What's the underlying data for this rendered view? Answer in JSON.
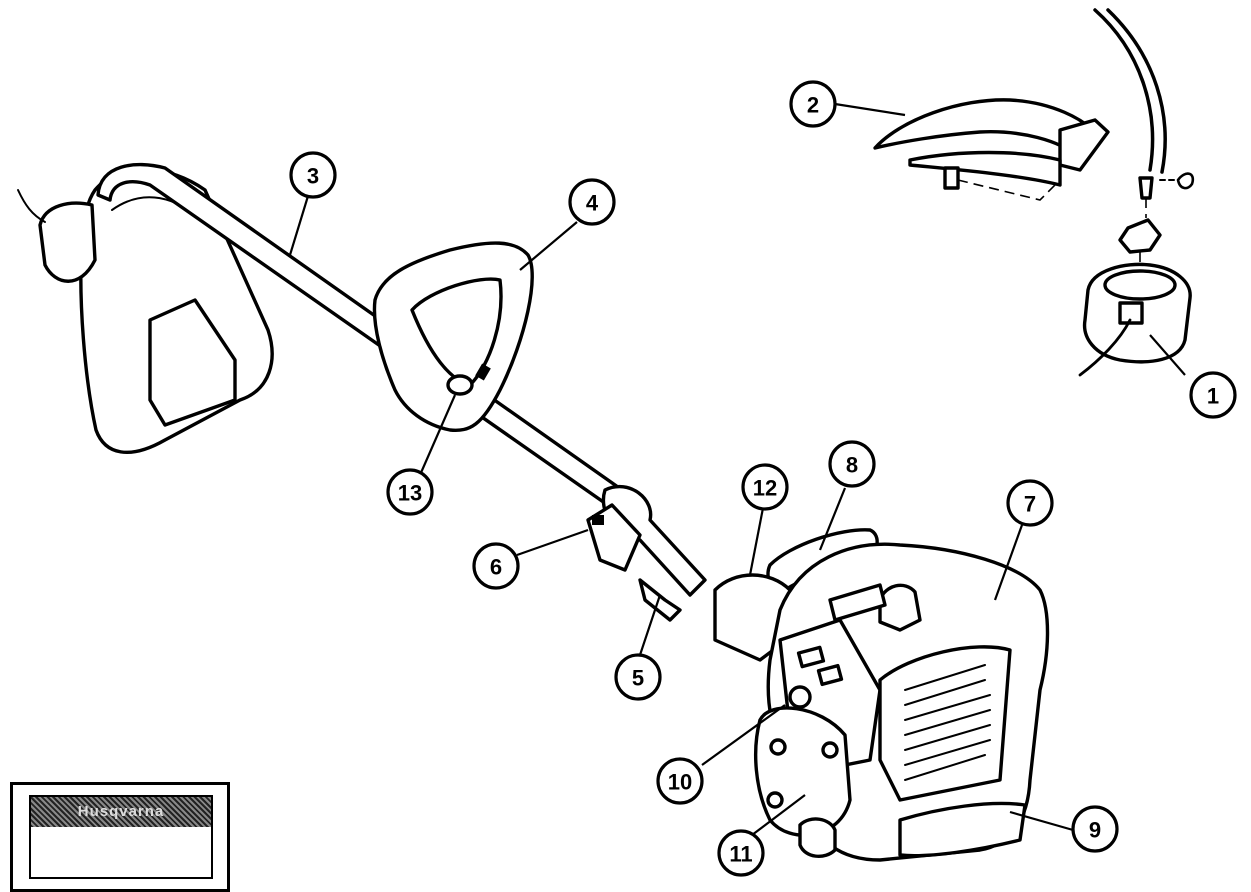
{
  "diagram": {
    "callouts": [
      {
        "id": "c1",
        "label": "1"
      },
      {
        "id": "c2",
        "label": "2"
      },
      {
        "id": "c3",
        "label": "3"
      },
      {
        "id": "c4",
        "label": "4"
      },
      {
        "id": "c5",
        "label": "5"
      },
      {
        "id": "c6",
        "label": "6"
      },
      {
        "id": "c7",
        "label": "7"
      },
      {
        "id": "c8",
        "label": "8"
      },
      {
        "id": "c9",
        "label": "9"
      },
      {
        "id": "c10",
        "label": "10"
      },
      {
        "id": "c11",
        "label": "11"
      },
      {
        "id": "c12",
        "label": "12"
      },
      {
        "id": "c13",
        "label": "13"
      }
    ],
    "manual": {
      "brand_text": "Husqvarna"
    }
  }
}
